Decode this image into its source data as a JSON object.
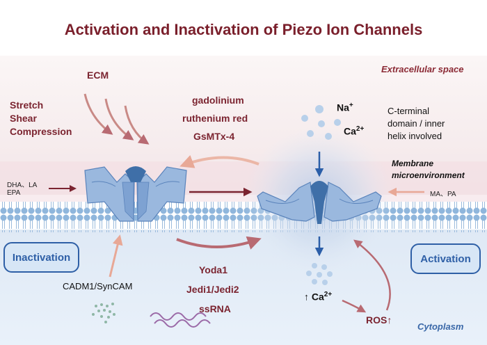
{
  "title": "Activation and Inactivation of Piezo Ion Channels",
  "regions": {
    "extracellular": "Extracellular space",
    "cytoplasm": "Cytoplasm",
    "membrane_env_line1": "Membrane",
    "membrane_env_line2": "microenvironment"
  },
  "mechanical": {
    "ecm": "ECM",
    "stretch": "Stretch",
    "shear": "Shear",
    "compression": "Compression"
  },
  "inhibitors": [
    "gadolinium",
    "ruthenium red",
    "GsMTx-4"
  ],
  "activators": [
    "Yoda1",
    "Jedi1/Jedi2",
    "ssRNA"
  ],
  "lipids": {
    "left_line1": "DHA、LA",
    "left_line2": "EPA",
    "right": "MA、PA"
  },
  "ions": {
    "na": "Na",
    "na_sup": "+",
    "ca": "Ca",
    "ca_sup": "2+",
    "ca_low": "Ca",
    "ca_low_sup": "2+",
    "up_arrow": "↑"
  },
  "c_terminal": [
    "C-terminal",
    "domain / inner",
    "helix involved"
  ],
  "cadm": "CADM1/SynCAM",
  "ros": "ROS",
  "ros_arrow": "↑",
  "states": {
    "inactivation": "Inactivation",
    "activation": "Activation"
  },
  "colors": {
    "title": "#7a1f2b",
    "dark_red_arrow": "#7b2430",
    "light_arrow": "#e8a896",
    "membrane_head": "#8fb6dc",
    "channel": "#9ab8de",
    "channel_dark": "#3f6fa8",
    "cytoplasm_bg": "#e4eef8",
    "extracellular_bg": "#f6efef"
  }
}
